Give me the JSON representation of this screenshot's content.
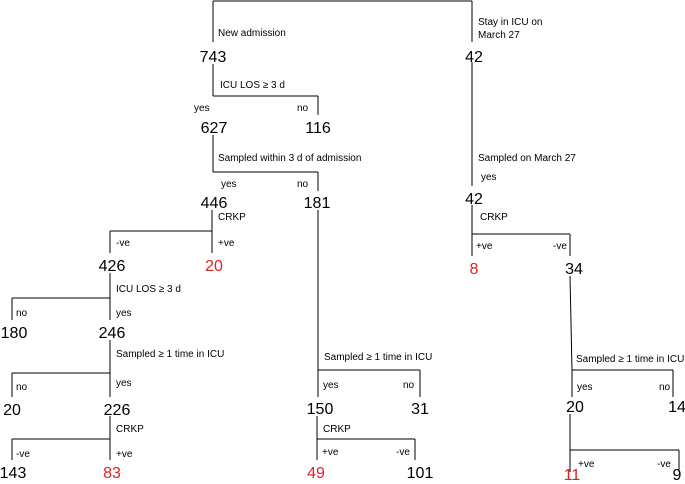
{
  "colors": {
    "line": "#000000",
    "text": "#000000",
    "highlight": "#e21f1f"
  },
  "labels": {
    "new_admission": "New admission",
    "stay_icu_line1": "Stay in ICU on",
    "stay_icu_line2": "March 27",
    "icu_los": "ICU LOS ≥ 3 d",
    "sampled_within": "Sampled within 3 d of admission",
    "sampled_on": "Sampled on March 27",
    "sampled_once": "Sampled ≥ 1 time in ICU",
    "crkp": "CRKP",
    "yes": "yes",
    "no": "no",
    "neg": "-ve",
    "pos": "+ve"
  },
  "counts": {
    "n743": "743",
    "n42a": "42",
    "n627": "627",
    "n116": "116",
    "n446": "446",
    "n181": "181",
    "n42b": "42",
    "n426": "426",
    "n20crkp": "20",
    "n8": "8",
    "n34": "34",
    "n180": "180",
    "n246": "246",
    "n20no": "20",
    "n226": "226",
    "n150": "150",
    "n31": "31",
    "n20yes": "20",
    "n14": "14",
    "n143": "143",
    "n83": "83",
    "n49": "49",
    "n101": "101",
    "n11": "11",
    "n9": "9"
  }
}
